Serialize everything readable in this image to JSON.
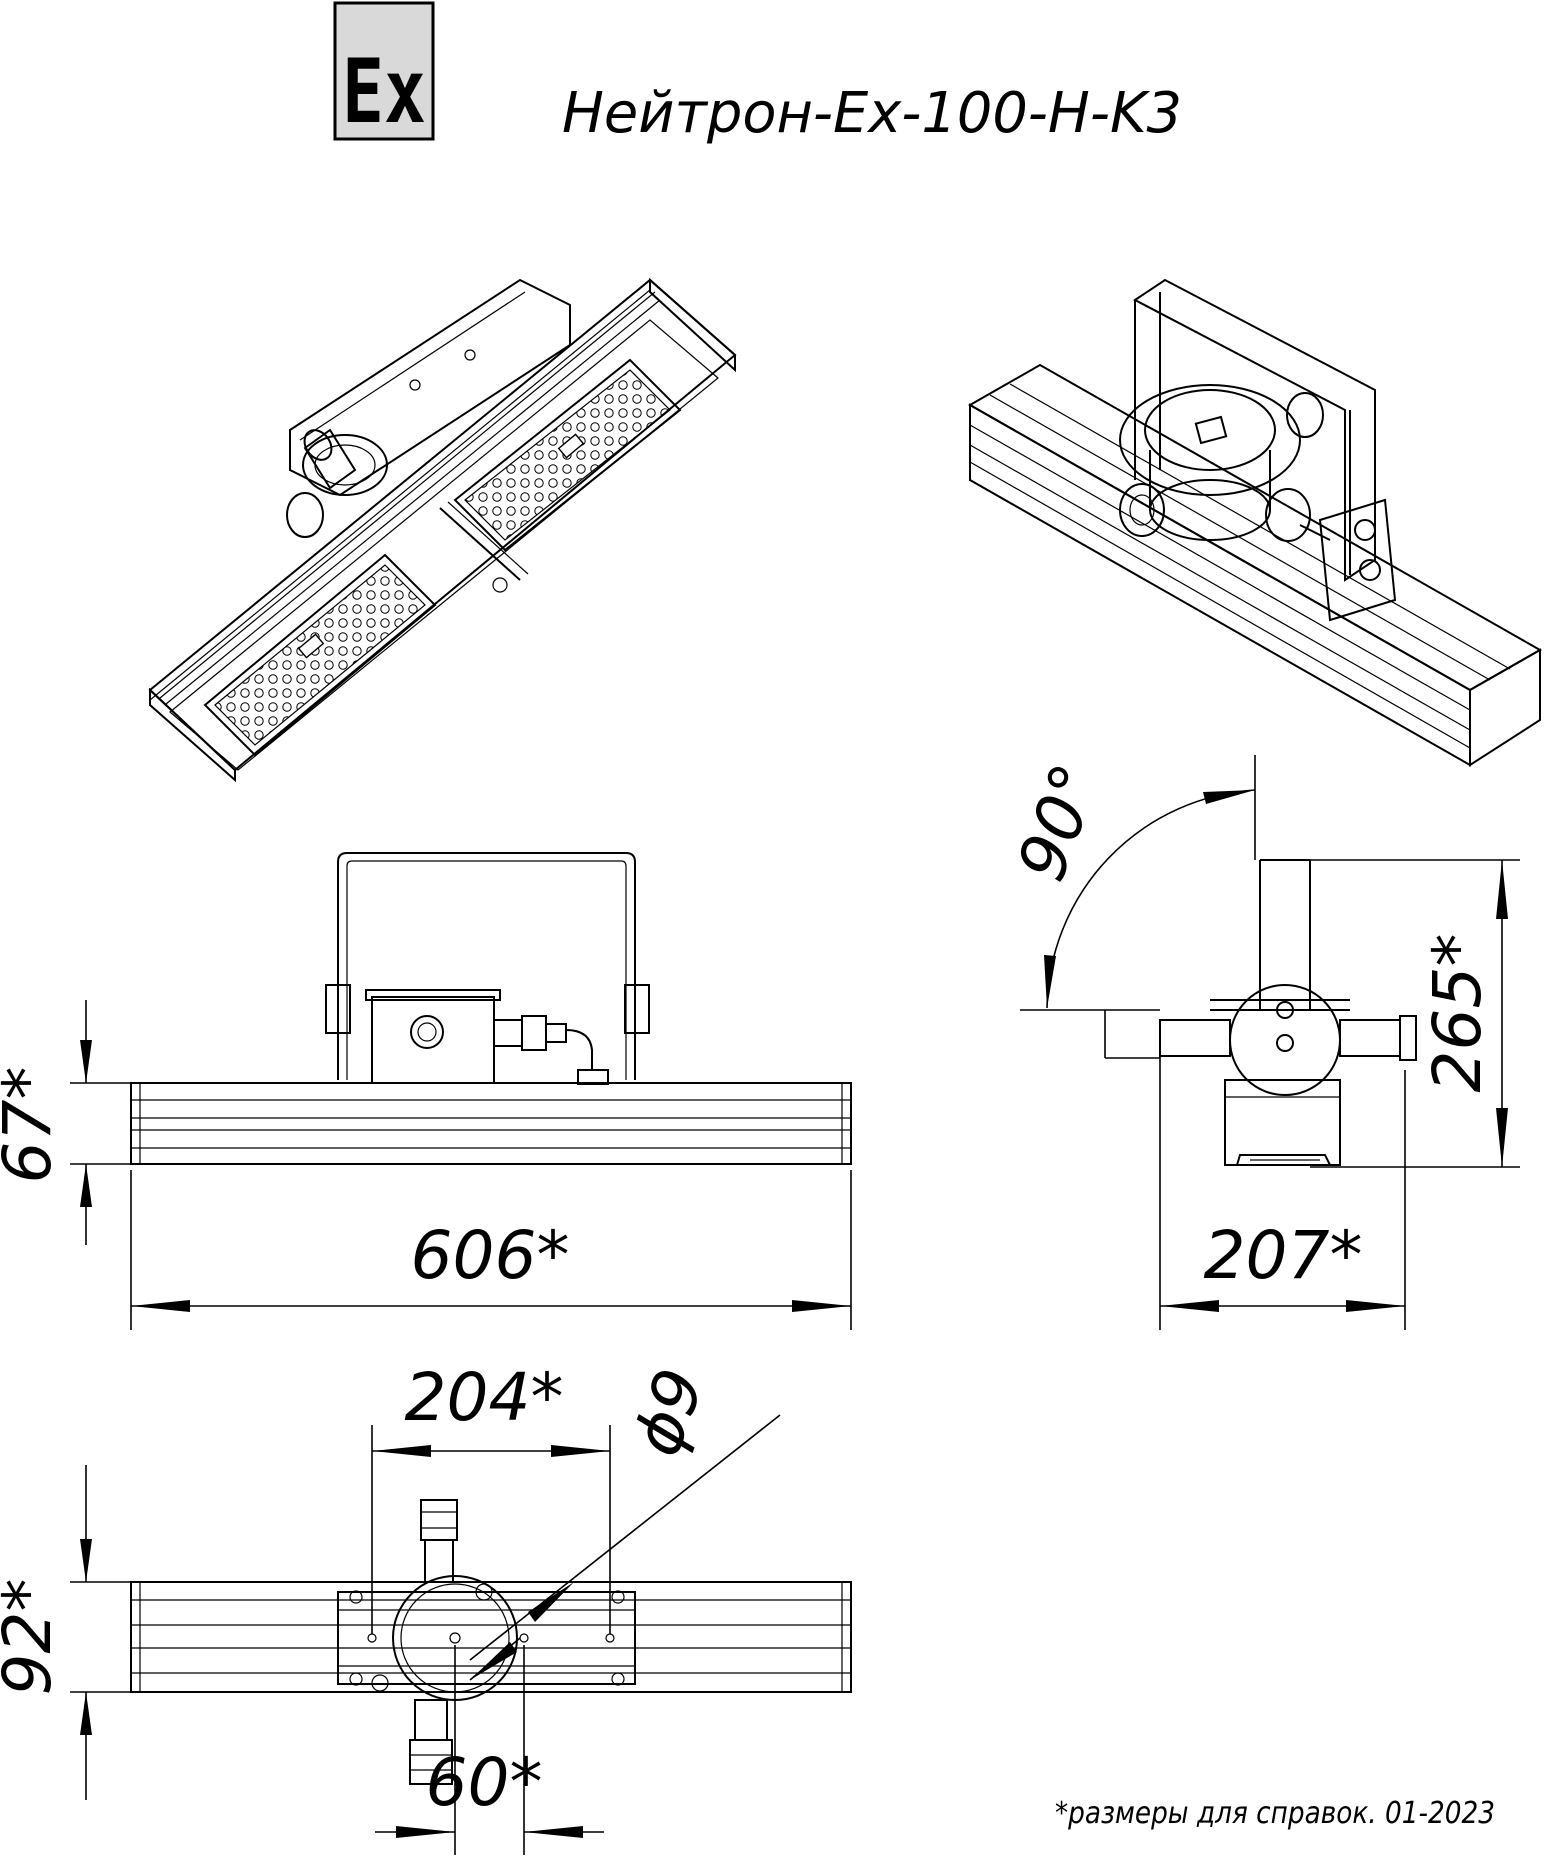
{
  "header": {
    "ex_mark": "Ex",
    "title": "Нейтрон-Ex-100-H-K3"
  },
  "dimensions": {
    "height_body": "67*",
    "length": "606*",
    "total_height": "265*",
    "width": "207*",
    "angle": "90°",
    "mount_spacing": "204*",
    "hole_diameter": "ϕ9",
    "depth": "92*",
    "hole_offset": "60*"
  },
  "footnote": "*размеры для справок. 01-2023",
  "colors": {
    "line": "#000000",
    "ex_fill": "#d9d9d9",
    "background": "#ffffff"
  }
}
